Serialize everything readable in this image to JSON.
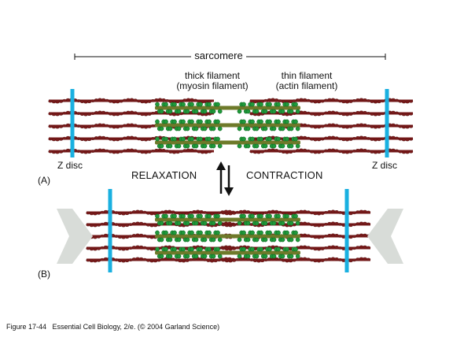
{
  "labels": {
    "sarcomere": "sarcomere",
    "thick_line1": "thick filament",
    "thick_line2": "(myosin filament)",
    "thin_line1": "thin filament",
    "thin_line2": "(actin filament)",
    "z_disc_left": "Z disc",
    "z_disc_right": "Z disc",
    "panel_a": "(A)",
    "panel_b": "(B)",
    "relaxation": "RELAXATION",
    "contraction": "CONTRACTION"
  },
  "caption": {
    "figure": "Figure 17-44",
    "source": "Essential Cell Biology, 2/e. (© 2004 Garland Science)"
  },
  "colors": {
    "z_disc": "#1ab0e0",
    "actin": "#7a1a1a",
    "myosin_core": "#6e7a2a",
    "myosin_head": "#1f9a3a",
    "arrow_fill": "#d8dcd8"
  }
}
